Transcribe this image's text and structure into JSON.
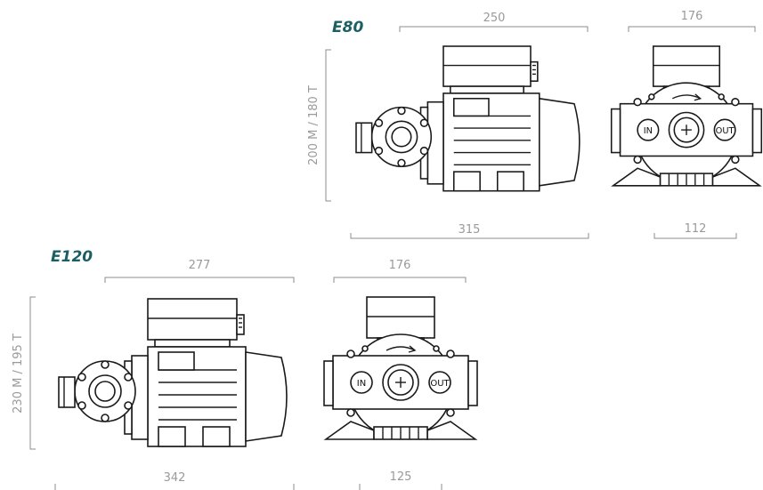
{
  "models": {
    "e80": {
      "name": "E80",
      "dims": {
        "side_width": "250",
        "side_total_length": "315",
        "height": "200 M / 180 T",
        "front_width": "176",
        "front_base": "112"
      }
    },
    "e120": {
      "name": "E120",
      "dims": {
        "side_width": "277",
        "side_total_length": "342",
        "height": "230 M / 195 T",
        "front_width": "176",
        "front_base": "125"
      }
    }
  },
  "ports": {
    "in": "IN",
    "out": "OUT"
  },
  "colors": {
    "model_label": "#1b5f63",
    "dimension": "#9a9a9a",
    "line": "#1a1a1a"
  }
}
